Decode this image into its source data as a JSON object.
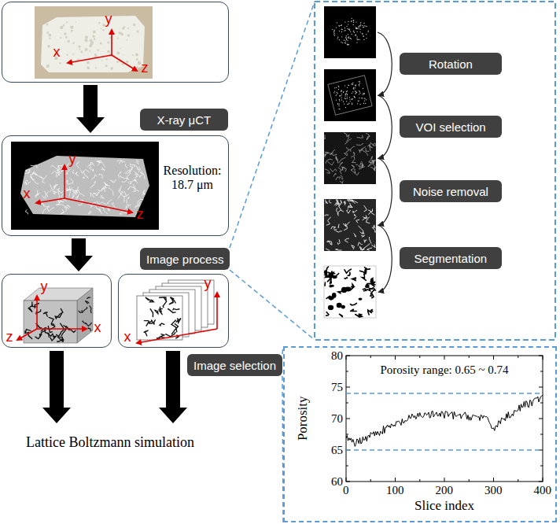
{
  "diagram": {
    "nodes": [
      {
        "text": [
          "x",
          "y",
          "z"
        ]
      },
      {
        "text": [
          "X-ray μCT"
        ]
      },
      {
        "text": [
          "x",
          "y",
          "z",
          "Resolution: 18.7 μm"
        ]
      },
      {
        "text": [
          "Image process"
        ]
      },
      {
        "text": [
          "z",
          "y",
          "x"
        ]
      },
      {
        "text": [
          "y",
          "x"
        ]
      },
      {
        "text": [
          "Image selection"
        ]
      },
      {
        "text": [
          "Rotation"
        ]
      },
      {
        "text": [
          "VOI selection"
        ]
      },
      {
        "text": [
          "Noise removal"
        ]
      },
      {
        "text": [
          "Segmentation"
        ]
      },
      {
        "text": [
          "Porosity range: 0.65 ~ 0.74",
          "Porosity",
          "Slice index"
        ]
      }
    ],
    "edges": [
      {
        "from": 0,
        "to": 2,
        "arrow": "to"
      },
      {
        "from": 2,
        "to": 4,
        "arrow": "to"
      },
      {
        "from": 6,
        "to": 11,
        "arrow": "none"
      }
    ],
    "labels": [
      "Lattice Boltzmann simulation",
      "80",
      "75",
      "70",
      "65",
      "60",
      "0",
      "100",
      "200",
      "300",
      "400"
    ]
  }
}
